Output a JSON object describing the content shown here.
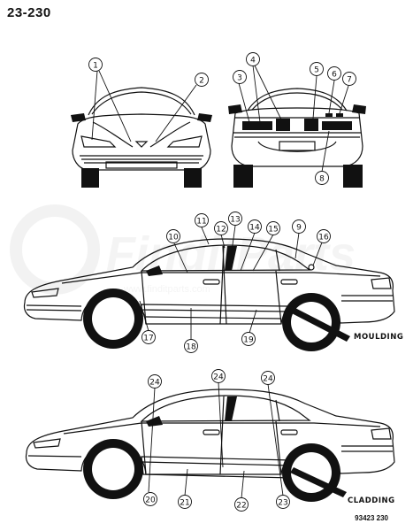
{
  "page_number": "23-230",
  "figure_code": "93423 230",
  "labels": {
    "moulding": "MOULDING",
    "cladding": "CLADDING"
  },
  "watermark": {
    "text": "FinditParts",
    "subtext": "www.finditparts.com"
  },
  "callouts": {
    "front_view": [
      "1",
      "2"
    ],
    "rear_view": [
      "3",
      "4",
      "5",
      "6",
      "7",
      "8"
    ],
    "side_moulding": [
      "9",
      "10",
      "11",
      "12",
      "13",
      "14",
      "15",
      "16",
      "17",
      "18",
      "19"
    ],
    "side_cladding": [
      "20",
      "21",
      "22",
      "23",
      "24",
      "24",
      "24"
    ]
  },
  "colors": {
    "ink": "#111111",
    "watermark": "#e6e6e6"
  }
}
